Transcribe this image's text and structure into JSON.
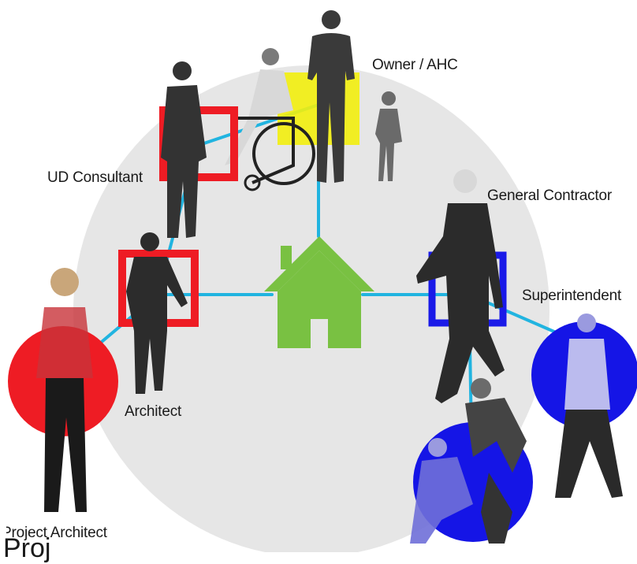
{
  "labels": {
    "owner": "Owner / AHC",
    "ud_consultant": "UD Consultant",
    "general_contractor": "General Contractor",
    "superintendent": "Superintendent",
    "architect": "Architect",
    "project_architect": "Project Architect",
    "clipped_caption": "Proj"
  },
  "colors": {
    "background_disc": "#e6e6e6",
    "connector": "#21b4e0",
    "house": "#79c142",
    "ud_consultant": "#ee1c24",
    "owner": "#f2ee0d",
    "architect": "#ee1c24",
    "general_contractor": "#1a1ae8",
    "project_architect": "#ee1c24",
    "superintendent": "#1515e6",
    "subcontractor": "#1515e6"
  },
  "icons": {
    "house": "house-icon"
  }
}
